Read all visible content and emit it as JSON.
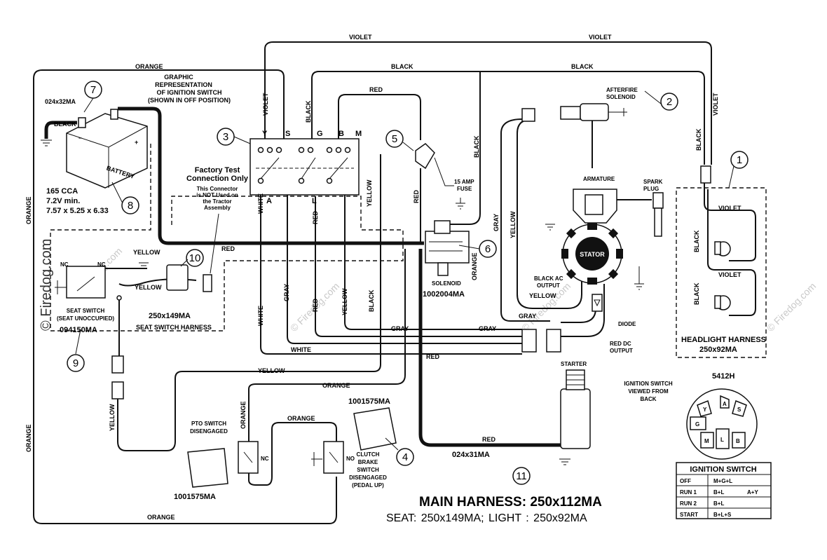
{
  "wires": {
    "violet": "VIOLET",
    "orange": "ORANGE",
    "black": "BLACK",
    "red": "RED",
    "yellow": "YELLOW",
    "gray": "GRAY",
    "white": "WHITE"
  },
  "ignition": {
    "graphic_line1": "GRAPHIC",
    "graphic_line2": "REPRESENTATION",
    "graphic_line3": "OF IGNITION SWITCH",
    "graphic_line4": "(SHOWN IN OFF POSITION)",
    "terminals": [
      "Y",
      "S",
      "G",
      "B",
      "M"
    ],
    "terminal_a": "A",
    "terminal_l": "L"
  },
  "battery": {
    "part": "024x32MA",
    "label": "BATTERY",
    "cca": "165 CCA",
    "voltage": "7.2V min.",
    "dims": "7.57 x 5.25 x 6.33"
  },
  "factory": {
    "title1": "Factory Test",
    "title2": "Connection Only",
    "note1": "This Connector",
    "note2": "is NOT Used on",
    "note3": "the Tractor",
    "note4": "Assembly"
  },
  "fuse": {
    "line1": "15 AMP",
    "line2": "FUSE"
  },
  "afterfire": {
    "line1": "AFTERFIRE",
    "line2": "SOLENOID"
  },
  "armature": "ARMATURE",
  "spark_plug": {
    "line1": "SPARK",
    "line2": "PLUG"
  },
  "stator": "STATOR",
  "black_ac": {
    "line1": "BLACK AC",
    "line2": "OUTPUT"
  },
  "diode": "DIODE",
  "red_dc": {
    "line1": "RED DC",
    "line2": "OUTPUT"
  },
  "solenoid": {
    "label": "SOLENOID",
    "part": "1002004MA"
  },
  "seat_switch": {
    "nc": "NC",
    "title": "SEAT SWITCH",
    "sub": "(SEAT UNOCCUPIED)",
    "part": "094150MA",
    "harness_part": "250x149MA",
    "harness_label": "SEAT SWITCH HARNESS"
  },
  "headlight": {
    "title": "HEADLIGHT HARNESS",
    "part": "250x92MA"
  },
  "starter": "STARTER",
  "pto": {
    "line1": "PTO SWITCH",
    "line2": "DISENGAGED",
    "part": "1001575MA",
    "nc": "NC"
  },
  "clutch": {
    "part": "1001575MA",
    "no": "NO",
    "line1": "CLUTCH",
    "line2": "BRAKE",
    "line3": "SWITCH",
    "line4": "DISENGAGED",
    "line5": "(PEDAL UP)"
  },
  "cable_part": "024x31MA",
  "main_harness": "MAIN HARNESS: 250x112MA",
  "sub_harness": "SEAT: 250x149MA;    LIGHT : 250x92MA",
  "ign_view": {
    "part": "5412H",
    "line1": "IGNITION SWITCH",
    "line2": "VIEWED FROM",
    "line3": "BACK"
  },
  "ign_terminals": [
    "Y",
    "A",
    "S",
    "G",
    "M",
    "L",
    "B"
  ],
  "ign_table": {
    "title": "IGNITION SWITCH",
    "rows": [
      [
        "OFF",
        "M+G+L",
        ""
      ],
      [
        "RUN 1",
        "B+L",
        "A+Y"
      ],
      [
        "RUN 2",
        "B+L",
        ""
      ],
      [
        "START",
        "B+L+S",
        ""
      ]
    ]
  },
  "callouts": [
    "1",
    "2",
    "3",
    "4",
    "5",
    "6",
    "7",
    "8",
    "9",
    "10",
    "11"
  ],
  "watermark": "© Firedog.com"
}
